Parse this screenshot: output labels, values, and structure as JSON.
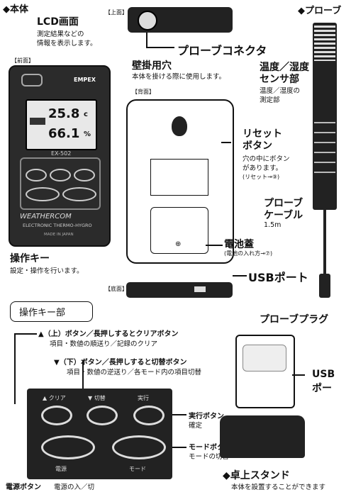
{
  "main_section": {
    "title": "◆本体"
  },
  "lcd_label": {
    "title": "LCD画面",
    "desc1": "測定結果などの",
    "desc2": "情報を表示します。"
  },
  "top_view": {
    "label": "【上面】",
    "connector_label": "プローブコネクタ"
  },
  "front_view": {
    "label": "【前面】",
    "brand": "EMPEX",
    "reading1": "25.8",
    "unit1": "c",
    "reading2": "66.1",
    "unit2": "%",
    "model": "EX-502",
    "weather": "WEATHERCOM",
    "sub": "ELECTRONIC THERMO-HYGRO",
    "made": "MADE IN JAPAN"
  },
  "wall_hole": {
    "title": "壁掛用穴",
    "desc": "本体を掛ける際に使用します。"
  },
  "back_view": {
    "label": "【背面】"
  },
  "reset": {
    "title1": "リセット",
    "title2": "ボタン",
    "desc1": "穴の中にボタン",
    "desc2": "があります。",
    "ref": "(リセット→⑨)"
  },
  "battery": {
    "title": "電池蓋",
    "desc": "(電池の入れ方→⑦)"
  },
  "bottom_view": {
    "label": "【底面】",
    "usb_label": "USBポート"
  },
  "op_keys": {
    "title": "操作キー",
    "desc": "設定・操作を行います。"
  },
  "probe_section": {
    "title": "◆プローブ",
    "sensor1": "温度／湿度",
    "sensor2": "センサ部",
    "sensor_desc1": "温度／湿度の",
    "sensor_desc2": "測定部",
    "cable1": "プローブ",
    "cable2": "ケーブル",
    "cable_len": "1.5m",
    "plug": "プローブプラグ"
  },
  "key_section": {
    "title": "操作キー部"
  },
  "keys": {
    "up_title": "▲（上）ボタン／長押しするとクリアボタン",
    "up_desc": "項目・数値の順送り／記録のクリア",
    "down_title": "▼（下）ボタン／長押しすると切替ボタン",
    "down_desc": "項目・数値の逆送り／各モード内の項目切替",
    "exec_title": "実行ボタン",
    "exec_desc": "確定",
    "mode_title": "モードボタン",
    "mode_desc": "モードの切替",
    "power_title": "電源ボタン",
    "power_desc": "電源の入／切",
    "panel_clear": "▲ クリア",
    "panel_switch": "▼ 切替",
    "panel_exec": "実行",
    "panel_power": "電源",
    "panel_mode": "モード"
  },
  "usb_side": {
    "label1": "USB",
    "label2": "ポー"
  },
  "stand": {
    "title": "◆卓上スタンド",
    "desc": "本体を設置することができます"
  }
}
